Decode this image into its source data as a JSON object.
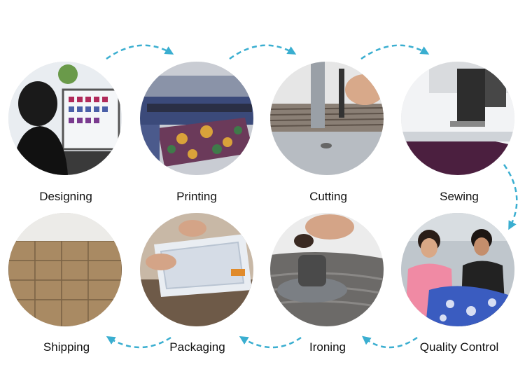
{
  "steps": [
    {
      "label": "Designing",
      "icon": "designer-at-computer-photo"
    },
    {
      "label": "Printing",
      "icon": "fabric-printer-photo"
    },
    {
      "label": "Cutting",
      "icon": "fabric-cutting-machine-photo"
    },
    {
      "label": "Sewing",
      "icon": "sewing-machine-photo"
    },
    {
      "label": "Quality Control",
      "icon": "quality-inspection-photo"
    },
    {
      "label": "Ironing",
      "icon": "steam-iron-photo"
    },
    {
      "label": "Packaging",
      "icon": "garment-packaging-photo"
    },
    {
      "label": "Shipping",
      "icon": "shipping-cartons-photo"
    }
  ],
  "colors": {
    "arrow": "#3aaed0",
    "label": "#111111"
  }
}
